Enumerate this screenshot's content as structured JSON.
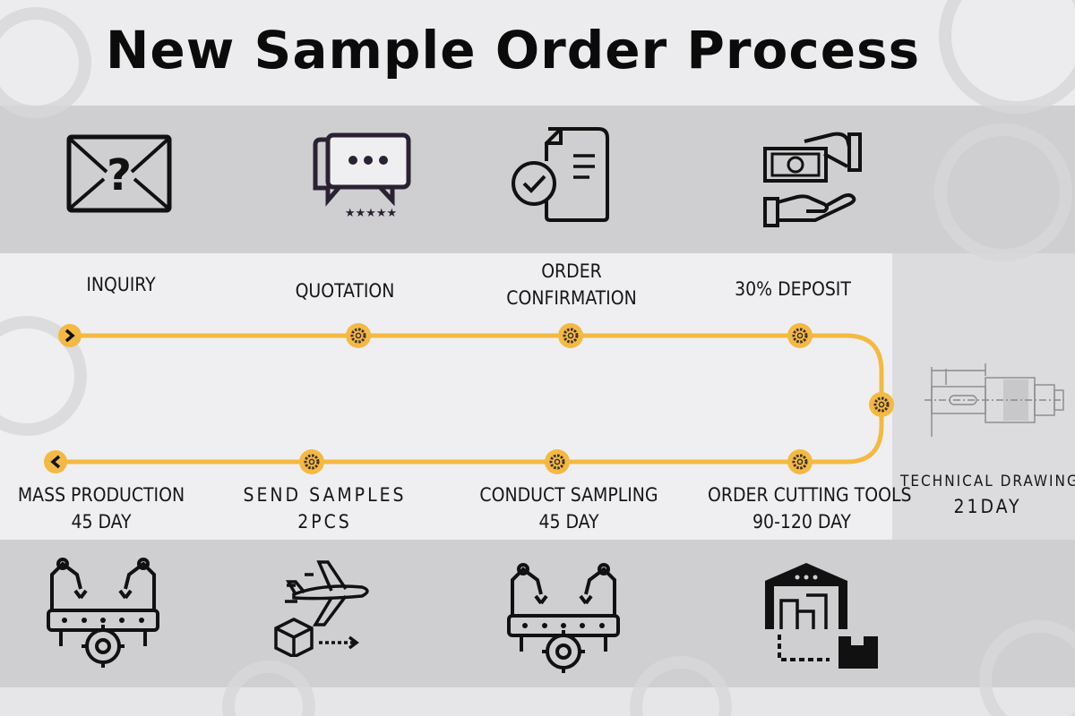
{
  "title": "New Sample Order Process",
  "colors": {
    "path": "#f4b942",
    "node": "#f4b942",
    "icon": "#111111"
  },
  "steps_top": [
    {
      "label_lines": [
        "INQUIRY"
      ],
      "icon": "envelope-question-icon"
    },
    {
      "label_lines": [
        "QUOTATION"
      ],
      "icon": "chat-bubbles-rating-icon"
    },
    {
      "label_lines": [
        "ORDER",
        "CONFIRMATION"
      ],
      "icon": "document-check-icon"
    },
    {
      "label_lines": [
        "30% DEPOSIT"
      ],
      "icon": "cash-payment-hand-icon"
    }
  ],
  "side_step": {
    "label_lines": [
      "TECHNICAL DRAWING",
      "21DAY"
    ],
    "icon": "shaft-drawing-icon"
  },
  "steps_bottom": [
    {
      "label_lines": [
        "MASS PRODUCTION",
        "45  DAY"
      ],
      "icon": "robotic-assembly-icon"
    },
    {
      "label_lines": [
        "SEND SAMPLES",
        "2PCS"
      ],
      "icon": "airplane-package-icon"
    },
    {
      "label_lines": [
        "CONDUCT SAMPLING",
        "45 DAY"
      ],
      "icon": "robotic-assembly-icon"
    },
    {
      "label_lines": [
        "ORDER CUTTING TOOLS",
        "90-120  DAY"
      ],
      "icon": "warehouse-box-icon"
    }
  ]
}
